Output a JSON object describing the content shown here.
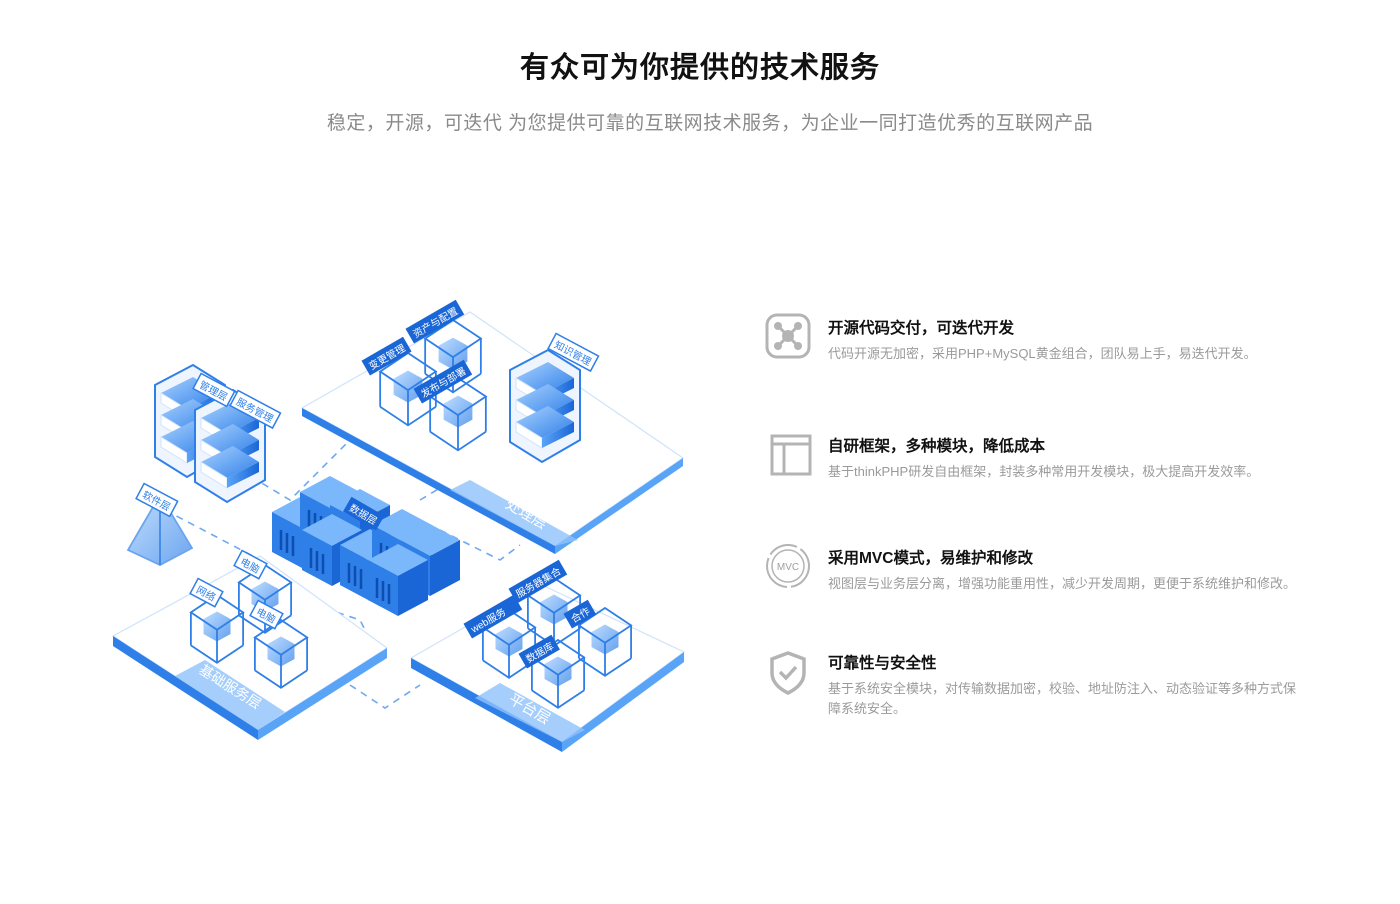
{
  "header": {
    "title": "有众可为你提供的技术服务",
    "subtitle": "稳定，开源，可迭代  为您提供可靠的互联网技术服务，为企业一同打造优秀的互联网产品"
  },
  "illustration": {
    "labels": {
      "management_layer": "管理层",
      "service_management": "服务管理",
      "software_layer": "软件层",
      "change_management": "变更管理",
      "asset_config": "资产与配置",
      "release_deploy": "发布与部署",
      "knowledge_management": "知识管理",
      "processing_layer": "处理层",
      "data_layer": "数据层",
      "network": "网络",
      "computer_1": "电脑",
      "computer_2": "电脑",
      "web_service": "web服务",
      "server_cluster": "服务器集合",
      "cooperation": "合作",
      "database": "数据库",
      "infrastructure_layer": "基础服务层",
      "platform_layer": "平台层"
    },
    "colors": {
      "primary": "#2f7fe8",
      "light": "#8ec2fb",
      "dark": "#1a66d6"
    }
  },
  "features": [
    {
      "icon": "network-nodes-icon",
      "title": "开源代码交付，可迭代开发",
      "desc": "代码开源无加密，采用PHP+MySQL黄金组合，团队易上手，易迭代开发。"
    },
    {
      "icon": "layout-frame-icon",
      "title": "自研框架，多种模块，降低成本",
      "desc": "基于thinkPHP研发自由框架，封装多种常用开发模块，极大提高开发效率。"
    },
    {
      "icon": "mvc-icon",
      "icon_text": "MVC",
      "title": "采用MVC模式，易维护和修改",
      "desc": "视图层与业务层分离，增强功能重用性，减少开发周期，更便于系统维护和修改。"
    },
    {
      "icon": "shield-check-icon",
      "title": "可靠性与安全性",
      "desc": "基于系统安全模块，对传输数据加密，校验、地址防注入、动态验证等多种方式保障系统安全。"
    }
  ]
}
